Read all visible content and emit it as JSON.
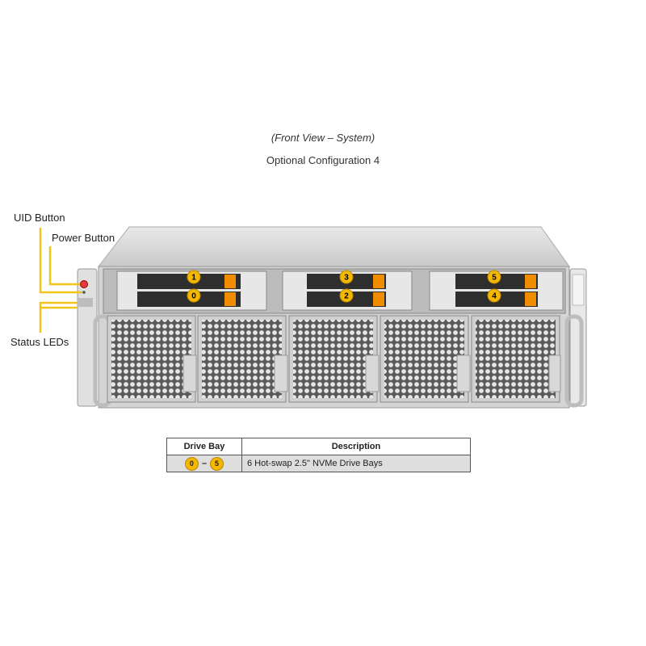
{
  "header": {
    "view_title": "(Front View – System)",
    "config_title": "Optional Configuration 4"
  },
  "callouts": {
    "uid_button": "UID Button",
    "power_button": "Power Button",
    "status_leds": "Status LEDs"
  },
  "drive_bays": [
    "1",
    "0",
    "3",
    "2",
    "5",
    "4"
  ],
  "table": {
    "headers": [
      "Drive Bay",
      "Description"
    ],
    "row": {
      "bay_from": "0",
      "bay_dash": "–",
      "bay_to": "5",
      "description": "6 Hot-swap 2.5\" NVMe Drive Bays"
    }
  },
  "colors": {
    "callout_line": "#f0c419",
    "badge_fill": "#f5b800",
    "drive_latch": "#f08c00",
    "chassis": "#d9d9d9"
  }
}
